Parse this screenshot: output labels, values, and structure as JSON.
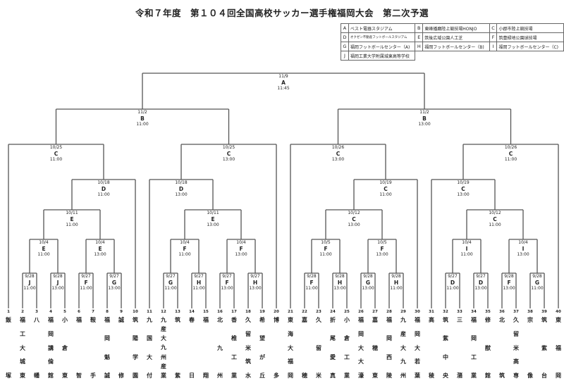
{
  "title": "令和７年度　第１０４回全国高校サッカー選手権福岡大会　第二次予選",
  "venues": [
    {
      "key": "A",
      "name": "ベスト電器スタジアム"
    },
    {
      "key": "B",
      "name": "東峰播磨陸上競技場HONJO"
    },
    {
      "key": "C",
      "name": "小郡市陸上競技場"
    },
    {
      "key": "D",
      "name": "オクゼン不動産フットボールスタジアム"
    },
    {
      "key": "E",
      "name": "筑後広域公園人工芝"
    },
    {
      "key": "F",
      "name": "筑豊緑地公園球技場"
    },
    {
      "key": "G",
      "name": "福岡フットボールセンター（A)"
    },
    {
      "key": "H",
      "name": "福岡フットボールセンター（B)"
    },
    {
      "key": "I",
      "name": "福岡フットボールセンター（C)"
    },
    {
      "key": "J",
      "name": "福岡工業大学附属城東高等学校"
    }
  ],
  "teams": [
    {
      "no": "1",
      "name": "飯塚"
    },
    {
      "no": "2",
      "name": "福工大城東"
    },
    {
      "no": "3",
      "name": "八幡"
    },
    {
      "no": "4",
      "name": "福岡講倫館"
    },
    {
      "no": "5",
      "name": "小倉東"
    },
    {
      "no": "6",
      "name": "福智"
    },
    {
      "no": "7",
      "name": "鞍手"
    },
    {
      "no": "8",
      "name": "福岡魁誠"
    },
    {
      "no": "9",
      "name": "誠修"
    },
    {
      "no": "10",
      "name": "筑陽学園"
    },
    {
      "no": "11",
      "name": "九国大付"
    },
    {
      "no": "12",
      "name": "九産大九州産業"
    },
    {
      "no": "13",
      "name": "筑紫"
    },
    {
      "no": "14",
      "name": "春日"
    },
    {
      "no": "15",
      "name": "福翔"
    },
    {
      "no": "16",
      "name": "北九州"
    },
    {
      "no": "17",
      "name": "香椎工業"
    },
    {
      "no": "18",
      "name": "久留米筑水"
    },
    {
      "no": "19",
      "name": "希望が丘"
    },
    {
      "no": "20",
      "name": "博多"
    },
    {
      "no": "21",
      "name": "東海大福岡"
    },
    {
      "no": "22",
      "name": "嘉穂"
    },
    {
      "no": "23",
      "name": "久留米"
    },
    {
      "no": "24",
      "name": "折尾愛真"
    },
    {
      "no": "25",
      "name": "小倉工業"
    },
    {
      "no": "26",
      "name": "福岡大大濠"
    },
    {
      "no": "27",
      "name": "嘉穂東"
    },
    {
      "no": "28",
      "name": "福岡西陵"
    },
    {
      "no": "29",
      "name": "九産大九州"
    },
    {
      "no": "30",
      "name": "福岡大若葉"
    },
    {
      "no": "31",
      "name": "高稜"
    },
    {
      "no": "32",
      "name": "筑紫中央"
    },
    {
      "no": "33",
      "name": "三潴"
    },
    {
      "no": "34",
      "name": "福岡工業"
    },
    {
      "no": "35",
      "name": "修猷館"
    },
    {
      "no": "36",
      "name": "北筑"
    },
    {
      "no": "37",
      "name": "久留米高専"
    },
    {
      "no": "38",
      "name": "宗像"
    },
    {
      "no": "39",
      "name": "筑紫台"
    },
    {
      "no": "40",
      "name": "東福岡"
    }
  ],
  "matches": [
    {
      "id": "r1-1",
      "date": "9/28",
      "venue": "J",
      "time": "11:00"
    },
    {
      "id": "r1-2",
      "date": "9/28",
      "venue": "J",
      "time": "13:00"
    },
    {
      "id": "r1-3",
      "date": "9/27",
      "venue": "F",
      "time": "11:00"
    },
    {
      "id": "r1-4",
      "date": "9/27",
      "venue": "G",
      "time": "13:00"
    },
    {
      "id": "r1-5",
      "date": "9/27",
      "venue": "G",
      "time": "11:00"
    },
    {
      "id": "r1-6",
      "date": "9/27",
      "venue": "H",
      "time": "11:00"
    },
    {
      "id": "r1-7",
      "date": "9/27",
      "venue": "F",
      "time": "13:00"
    },
    {
      "id": "r1-8",
      "date": "9/27",
      "venue": "H",
      "time": "13:00"
    },
    {
      "id": "r1-9",
      "date": "9/28",
      "venue": "F",
      "time": "11:00"
    },
    {
      "id": "r1-10",
      "date": "9/28",
      "venue": "H",
      "time": "13:00"
    },
    {
      "id": "r1-11",
      "date": "9/28",
      "venue": "G",
      "time": "13:00"
    },
    {
      "id": "r1-12",
      "date": "9/28",
      "venue": "H",
      "time": "11:00"
    },
    {
      "id": "r1-13",
      "date": "9/27",
      "venue": "D",
      "time": "11:00"
    },
    {
      "id": "r1-14",
      "date": "9/27",
      "venue": "D",
      "time": "13:00"
    },
    {
      "id": "r1-15",
      "date": "9/28",
      "venue": "F",
      "time": "13:00"
    },
    {
      "id": "r1-16",
      "date": "9/28",
      "venue": "G",
      "time": "11:00"
    },
    {
      "id": "r2-1",
      "date": "10/4",
      "venue": "E",
      "time": "11:00"
    },
    {
      "id": "r2-2",
      "date": "10/4",
      "venue": "E",
      "time": "13:00"
    },
    {
      "id": "r2-3",
      "date": "10/4",
      "venue": "F",
      "time": "11:00"
    },
    {
      "id": "r2-4",
      "date": "10/4",
      "venue": "F",
      "time": "13:00"
    },
    {
      "id": "r2-5",
      "date": "10/5",
      "venue": "F",
      "time": "11:00"
    },
    {
      "id": "r2-6",
      "date": "10/5",
      "venue": "F",
      "time": "13:00"
    },
    {
      "id": "r2-7",
      "date": "10/4",
      "venue": "I",
      "time": "11:00"
    },
    {
      "id": "r2-8",
      "date": "10/4",
      "venue": "I",
      "time": "13:00"
    },
    {
      "id": "r3-1",
      "date": "10/11",
      "venue": "E",
      "time": "11:00"
    },
    {
      "id": "r3-2",
      "date": "10/11",
      "venue": "E",
      "time": "13:00"
    },
    {
      "id": "r3-3",
      "date": "10/12",
      "venue": "C",
      "time": "13:00"
    },
    {
      "id": "r3-4",
      "date": "10/12",
      "venue": "C",
      "time": "11:00"
    },
    {
      "id": "r4-1",
      "date": "10/18",
      "venue": "D",
      "time": "11:00"
    },
    {
      "id": "r4-2",
      "date": "10/18",
      "venue": "D",
      "time": "13:00"
    },
    {
      "id": "r4-3",
      "date": "10/19",
      "venue": "C",
      "time": "11:00"
    },
    {
      "id": "r4-4",
      "date": "10/19",
      "venue": "C",
      "time": "13:00"
    },
    {
      "id": "qf-1",
      "date": "10/25",
      "venue": "C",
      "time": "11:00"
    },
    {
      "id": "qf-2",
      "date": "10/25",
      "venue": "C",
      "time": "13:00"
    },
    {
      "id": "qf-3",
      "date": "10/26",
      "venue": "C",
      "time": "13:00"
    },
    {
      "id": "qf-4",
      "date": "10/26",
      "venue": "C",
      "time": "11:00"
    },
    {
      "id": "sf-1",
      "date": "11/2",
      "venue": "B",
      "time": "11:00"
    },
    {
      "id": "sf-2",
      "date": "11/2",
      "venue": "B",
      "time": "13:00"
    },
    {
      "id": "final",
      "date": "11/9",
      "venue": "A",
      "time": "11:45"
    }
  ]
}
